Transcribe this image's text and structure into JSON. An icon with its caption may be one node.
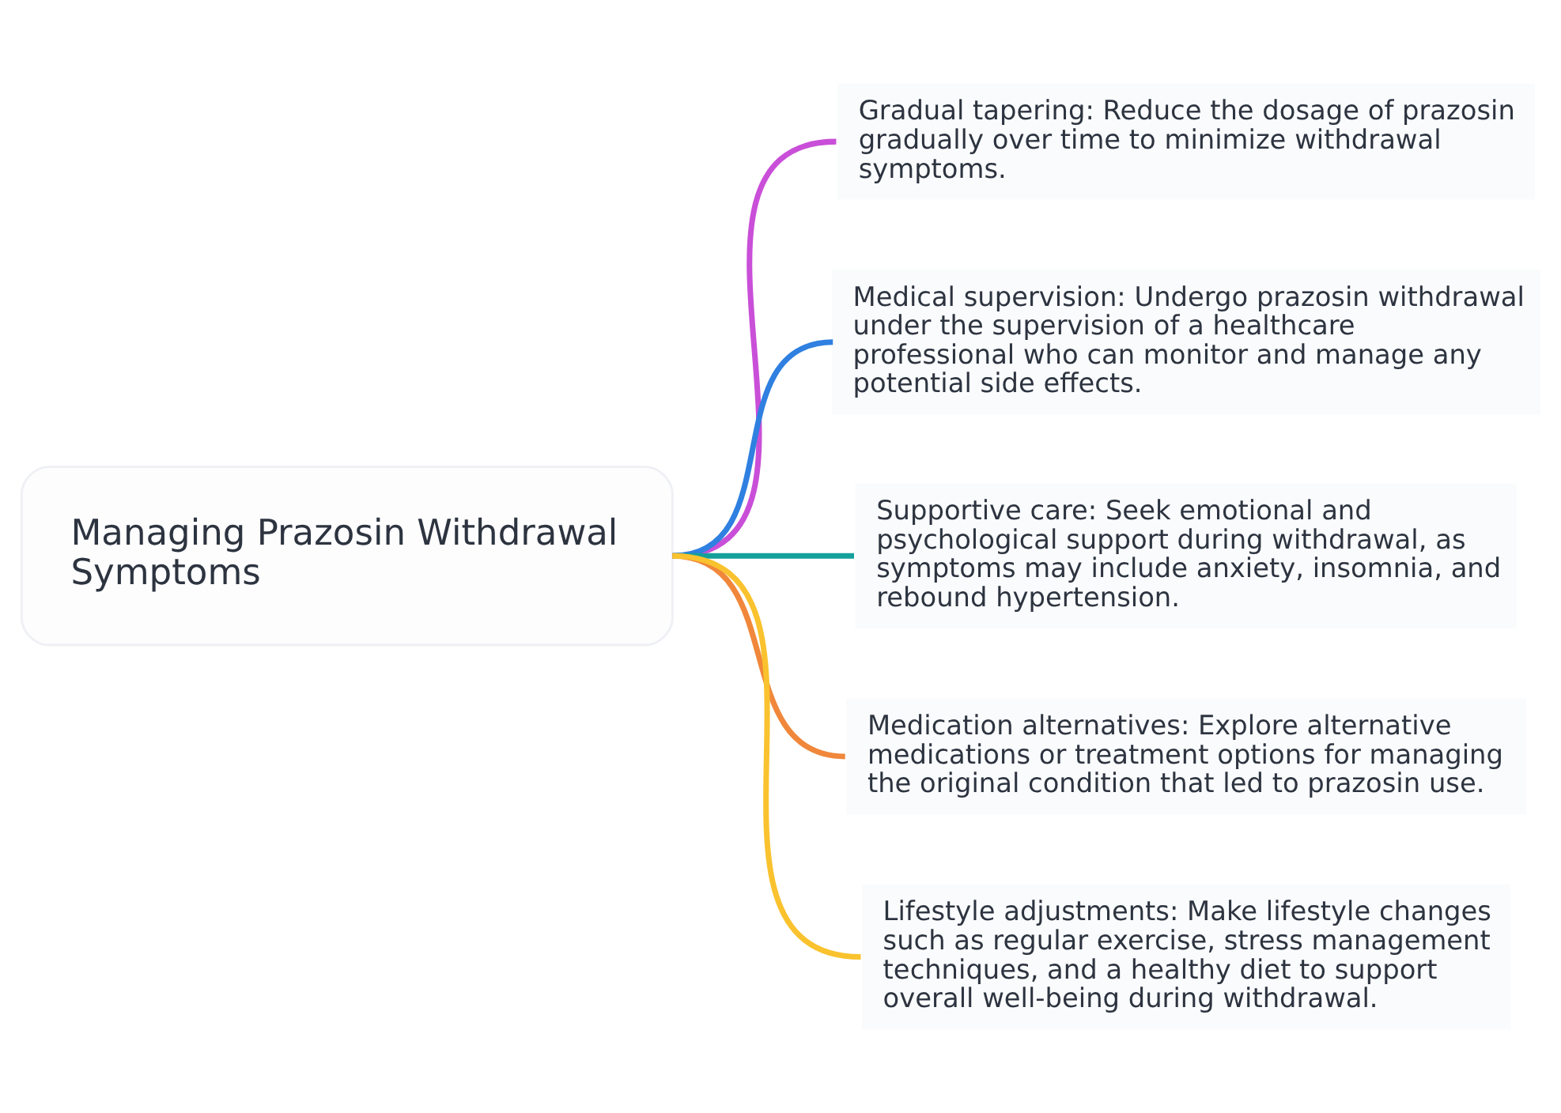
{
  "diagram": {
    "nodes": [
      {
        "text": [
          "Managing Prazosin Withdrawal Symptoms"
        ]
      },
      {
        "text": [
          "Gradual tapering: Reduce the dosage of prazosin gradually over time to minimize withdrawal symptoms."
        ]
      },
      {
        "text": [
          "Medical supervision: Undergo prazosin withdrawal under the supervision of a healthcare professional who can monitor and manage any potential side effects."
        ]
      },
      {
        "text": [
          "Supportive care: Seek emotional and psychological support during withdrawal, as symptoms may include anxiety, insomnia, and rebound hypertension."
        ]
      },
      {
        "text": [
          "Medication alternatives: Explore alternative medications or treatment options for managing the original condition that led to prazosin use."
        ]
      },
      {
        "text": [
          "Lifestyle adjustments: Make lifestyle changes such as regular exercise, stress management techniques, and a healthy diet to support overall well-being during withdrawal."
        ]
      }
    ],
    "edges": [
      {
        "from": 0,
        "to": 1,
        "arrow": "none",
        "color": "#c94fd8"
      },
      {
        "from": 0,
        "to": 2,
        "arrow": "none",
        "color": "#2f80e0"
      },
      {
        "from": 0,
        "to": 3,
        "arrow": "none",
        "color": "#13a09a"
      },
      {
        "from": 0,
        "to": 4,
        "arrow": "none",
        "color": "#f0873a"
      },
      {
        "from": 0,
        "to": 5,
        "arrow": "none",
        "color": "#f9c22e"
      }
    ]
  }
}
